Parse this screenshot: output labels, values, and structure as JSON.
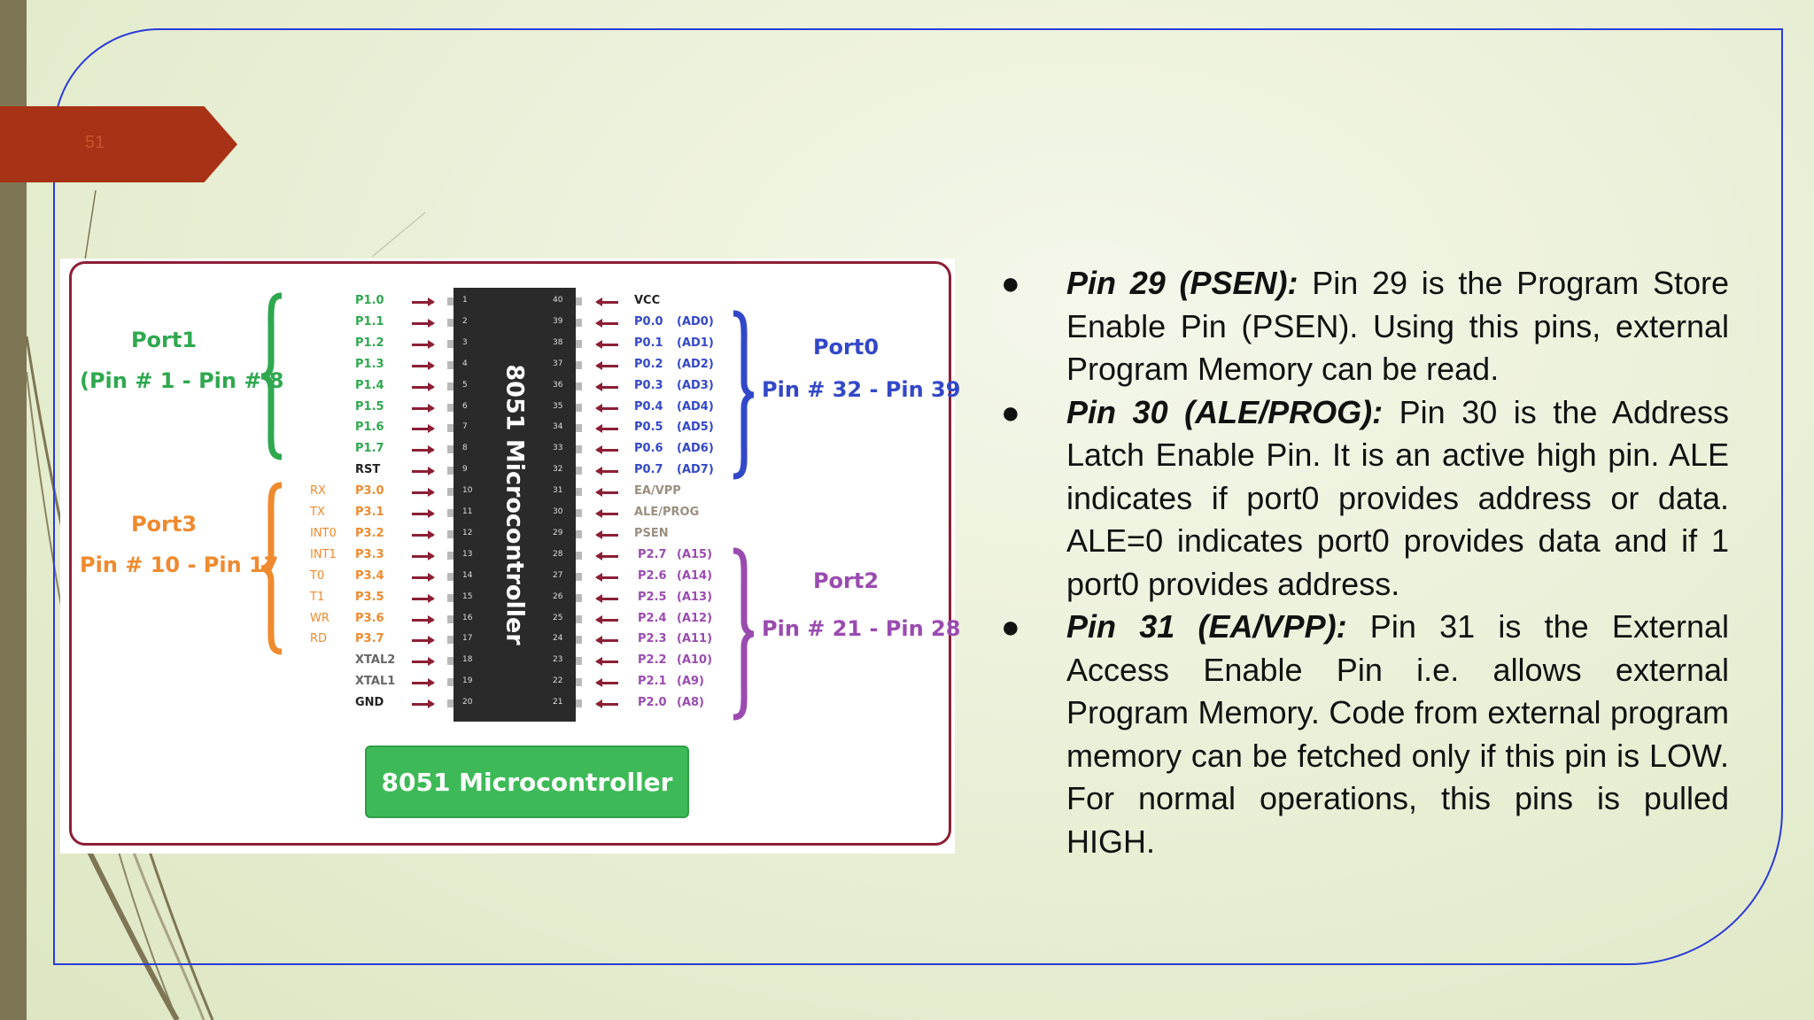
{
  "page_number": "51",
  "diagram": {
    "chip_title": "8051 Microcontroller",
    "caption": "8051 Microcontroller",
    "left_pins": [
      {
        "num": "1",
        "name": "P1.0",
        "alt": ""
      },
      {
        "num": "2",
        "name": "P1.1",
        "alt": ""
      },
      {
        "num": "3",
        "name": "P1.2",
        "alt": ""
      },
      {
        "num": "4",
        "name": "P1.3",
        "alt": ""
      },
      {
        "num": "5",
        "name": "P1.4",
        "alt": ""
      },
      {
        "num": "6",
        "name": "P1.5",
        "alt": ""
      },
      {
        "num": "7",
        "name": "P1.6",
        "alt": ""
      },
      {
        "num": "8",
        "name": "P1.7",
        "alt": ""
      },
      {
        "num": "9",
        "name": "RST",
        "alt": ""
      },
      {
        "num": "10",
        "name": "P3.0",
        "alt": "RX"
      },
      {
        "num": "11",
        "name": "P3.1",
        "alt": "TX"
      },
      {
        "num": "12",
        "name": "P3.2",
        "alt": "INT0"
      },
      {
        "num": "13",
        "name": "P3.3",
        "alt": "INT1"
      },
      {
        "num": "14",
        "name": "P3.4",
        "alt": "T0"
      },
      {
        "num": "15",
        "name": "P3.5",
        "alt": "T1"
      },
      {
        "num": "16",
        "name": "P3.6",
        "alt": "WR"
      },
      {
        "num": "17",
        "name": "P3.7",
        "alt": "RD"
      },
      {
        "num": "18",
        "name": "XTAL2",
        "alt": ""
      },
      {
        "num": "19",
        "name": "XTAL1",
        "alt": ""
      },
      {
        "num": "20",
        "name": "GND",
        "alt": ""
      }
    ],
    "right_pins": [
      {
        "num": "40",
        "name": "VCC",
        "alt": ""
      },
      {
        "num": "39",
        "name": "P0.0",
        "alt": "(AD0)"
      },
      {
        "num": "38",
        "name": "P0.1",
        "alt": "(AD1)"
      },
      {
        "num": "37",
        "name": "P0.2",
        "alt": "(AD2)"
      },
      {
        "num": "36",
        "name": "P0.3",
        "alt": "(AD3)"
      },
      {
        "num": "35",
        "name": "P0.4",
        "alt": "(AD4)"
      },
      {
        "num": "34",
        "name": "P0.5",
        "alt": "(AD5)"
      },
      {
        "num": "33",
        "name": "P0.6",
        "alt": "(AD6)"
      },
      {
        "num": "32",
        "name": "P0.7",
        "alt": "(AD7)"
      },
      {
        "num": "31",
        "name": "EA/VPP",
        "alt": ""
      },
      {
        "num": "30",
        "name": "ALE/PROG",
        "alt": ""
      },
      {
        "num": "29",
        "name": "PSEN",
        "alt": ""
      },
      {
        "num": "28",
        "name": "P2.7",
        "alt": "(A15)"
      },
      {
        "num": "27",
        "name": "P2.6",
        "alt": "(A14)"
      },
      {
        "num": "26",
        "name": "P2.5",
        "alt": "(A13)"
      },
      {
        "num": "25",
        "name": "P2.4",
        "alt": "(A12)"
      },
      {
        "num": "24",
        "name": "P2.3",
        "alt": "(A11)"
      },
      {
        "num": "23",
        "name": "P2.2",
        "alt": "(A10)"
      },
      {
        "num": "22",
        "name": "P2.1",
        "alt": "(A9)"
      },
      {
        "num": "21",
        "name": "P2.0",
        "alt": "(A8)"
      }
    ],
    "ports": {
      "port1": {
        "name": "Port1",
        "range": "(Pin # 1 - Pin # 8"
      },
      "port3": {
        "name": "Port3",
        "range": "Pin # 10 - Pin 17"
      },
      "port0": {
        "name": "Port0",
        "range": "Pin # 32 - Pin 39"
      },
      "port2": {
        "name": "Port2",
        "range": "Pin # 21 - Pin 28"
      }
    },
    "colors": {
      "port1": "#2fa84f",
      "port3": "#ef8a2e",
      "port0": "#3348c8",
      "port2": "#9a4bb0",
      "pins": "#8c1f35"
    }
  },
  "bullets": [
    {
      "marker": "●",
      "term": "Pin 29 (PSEN):",
      "text": " Pin 29 is the Program Store Enable Pin (PSEN). Using this pins, external Program Memory can be read."
    },
    {
      "marker": "●",
      "term": "Pin 30 (ALE/PROG):",
      "text": " Pin 30 is the Address Latch Enable Pin. It is an active high pin. ALE indicates if port0 provides address or data. ALE=0 indicates port0 provides data and if 1 port0 provides address."
    },
    {
      "marker": "●",
      "term": "Pin 31 (EA/VPP):",
      "text": " Pin 31 is the External Access Enable Pin i.e. allows external Program Memory. Code from external program memory can be fetched only if this pin is LOW. For normal operations, this pins is pulled HIGH."
    }
  ]
}
